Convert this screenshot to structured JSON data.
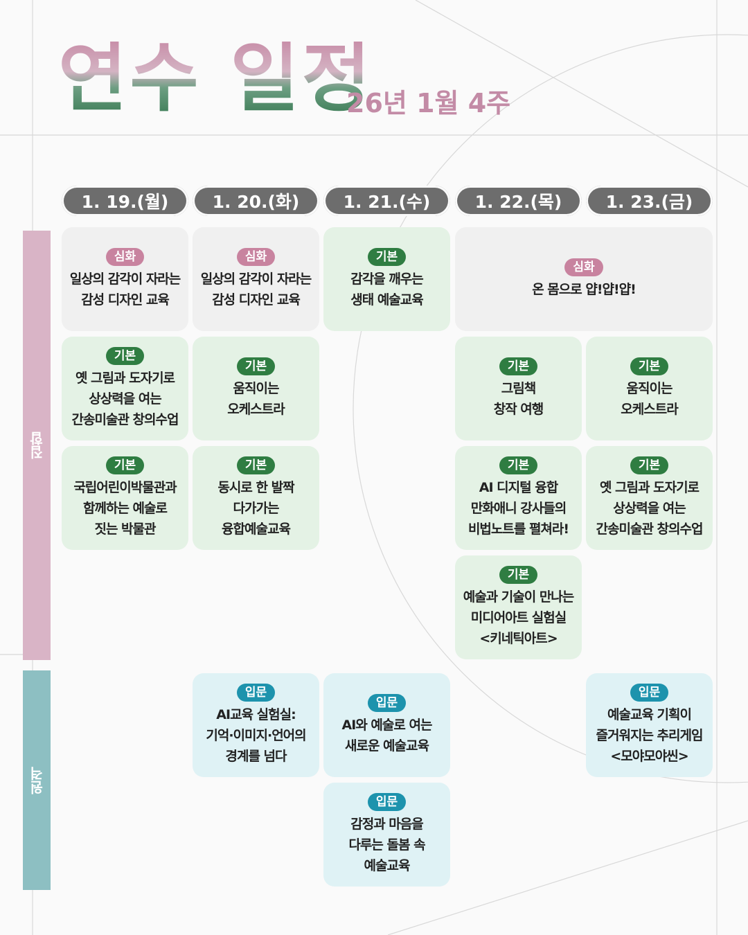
{
  "header": {
    "title": "연수 일정",
    "subtitle": "26년 1월 4주"
  },
  "days": [
    "1. 19.(월)",
    "1. 20.(화)",
    "1. 21.(수)",
    "1. 22.(목)",
    "1. 23.(금)"
  ],
  "sections": {
    "group": "집합",
    "remote": "원격"
  },
  "colors": {
    "deep": "#c8839f",
    "basic": "#2f7d42",
    "intro": "#1d93ad"
  },
  "cards": {
    "mon1": {
      "tag": "심화",
      "text": "일상의 감각이 자라는\n감성 디자인 교육"
    },
    "tue1": {
      "tag": "심화",
      "text": "일상의 감각이 자라는\n감성 디자인 교육"
    },
    "wed1": {
      "tag": "기본",
      "text": "감각을 깨우는\n생태 예술교육"
    },
    "thufri1": {
      "tag": "심화",
      "text": "온 몸으로 얍!얍!얍!"
    },
    "mon2": {
      "tag": "기본",
      "text": "옛 그림과 도자기로\n상상력을 여는\n간송미술관 창의수업"
    },
    "tue2": {
      "tag": "기본",
      "text": "움직이는\n오케스트라"
    },
    "thu2": {
      "tag": "기본",
      "text": "그림책\n창작 여행"
    },
    "fri2": {
      "tag": "기본",
      "text": "움직이는\n오케스트라"
    },
    "mon3": {
      "tag": "기본",
      "text": "국립어린이박물관과\n함께하는 예술로\n짓는 박물관"
    },
    "tue3": {
      "tag": "기본",
      "text": "동시로 한 발짝\n다가가는\n융합예술교육"
    },
    "thu3": {
      "tag": "기본",
      "text": "AI 디지털 융합\n만화애니 강사들의\n비법노트를 펼쳐라!"
    },
    "fri3": {
      "tag": "기본",
      "text": "옛 그림과 도자기로\n상상력을 여는\n간송미술관 창의수업"
    },
    "thu4": {
      "tag": "기본",
      "text": "예술과 기술이 만나는\n미디어아트 실험실\n<키네틱아트>"
    },
    "tue_r1": {
      "tag": "입문",
      "text": "AI교육 실험실:\n기억·이미지·언어의\n경계를 넘다"
    },
    "wed_r1": {
      "tag": "입문",
      "text": "AI와 예술로 여는\n새로운 예술교육"
    },
    "fri_r1": {
      "tag": "입문",
      "text": "예술교육 기획이\n즐거워지는 추리게임\n<모야모야씬>"
    },
    "wed_r2": {
      "tag": "입문",
      "text": "감정과 마음을\n다루는 돌봄 속\n예술교육"
    }
  }
}
